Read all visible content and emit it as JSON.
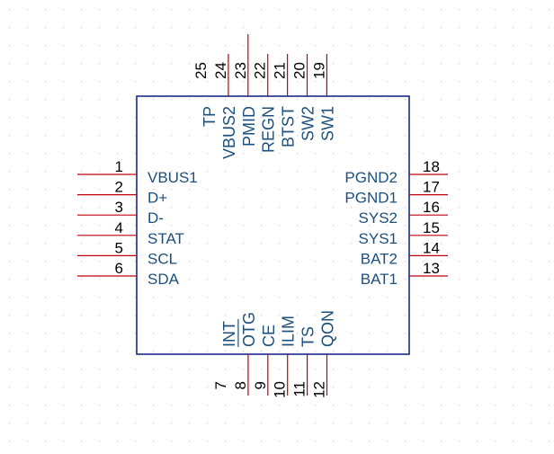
{
  "colors": {
    "body_outline": "#1c2a8a",
    "pin_line": "#c0000c",
    "pin_number": "#000000",
    "pin_name": "#1c4f7c",
    "grid_dot": "#c9c9c9"
  },
  "grid": true,
  "pins": {
    "left": [
      {
        "num": "1",
        "name": "VBUS1"
      },
      {
        "num": "2",
        "name": "D+"
      },
      {
        "num": "3",
        "name": "D-"
      },
      {
        "num": "4",
        "name": "STAT"
      },
      {
        "num": "5",
        "name": "SCL"
      },
      {
        "num": "6",
        "name": "SDA"
      }
    ],
    "right": [
      {
        "num": "18",
        "name": "PGND2"
      },
      {
        "num": "17",
        "name": "PGND1"
      },
      {
        "num": "16",
        "name": "SYS2"
      },
      {
        "num": "15",
        "name": "SYS1"
      },
      {
        "num": "14",
        "name": "BAT2"
      },
      {
        "num": "13",
        "name": "BAT1"
      }
    ],
    "top": [
      {
        "num": "25",
        "name": "TP"
      },
      {
        "num": "24",
        "name": "VBUS2"
      },
      {
        "num": "23",
        "name": "PMID"
      },
      {
        "num": "22",
        "name": "REGN"
      },
      {
        "num": "21",
        "name": "BTST"
      },
      {
        "num": "20",
        "name": "SW2"
      },
      {
        "num": "19",
        "name": "SW1"
      }
    ],
    "bottom": [
      {
        "num": "7",
        "name": "INT"
      },
      {
        "num": "8",
        "name": "OTG"
      },
      {
        "num": "9",
        "name": "CE"
      },
      {
        "num": "10",
        "name": "ILIM"
      },
      {
        "num": "11",
        "name": "TS"
      },
      {
        "num": "12",
        "name": "QON"
      }
    ]
  }
}
